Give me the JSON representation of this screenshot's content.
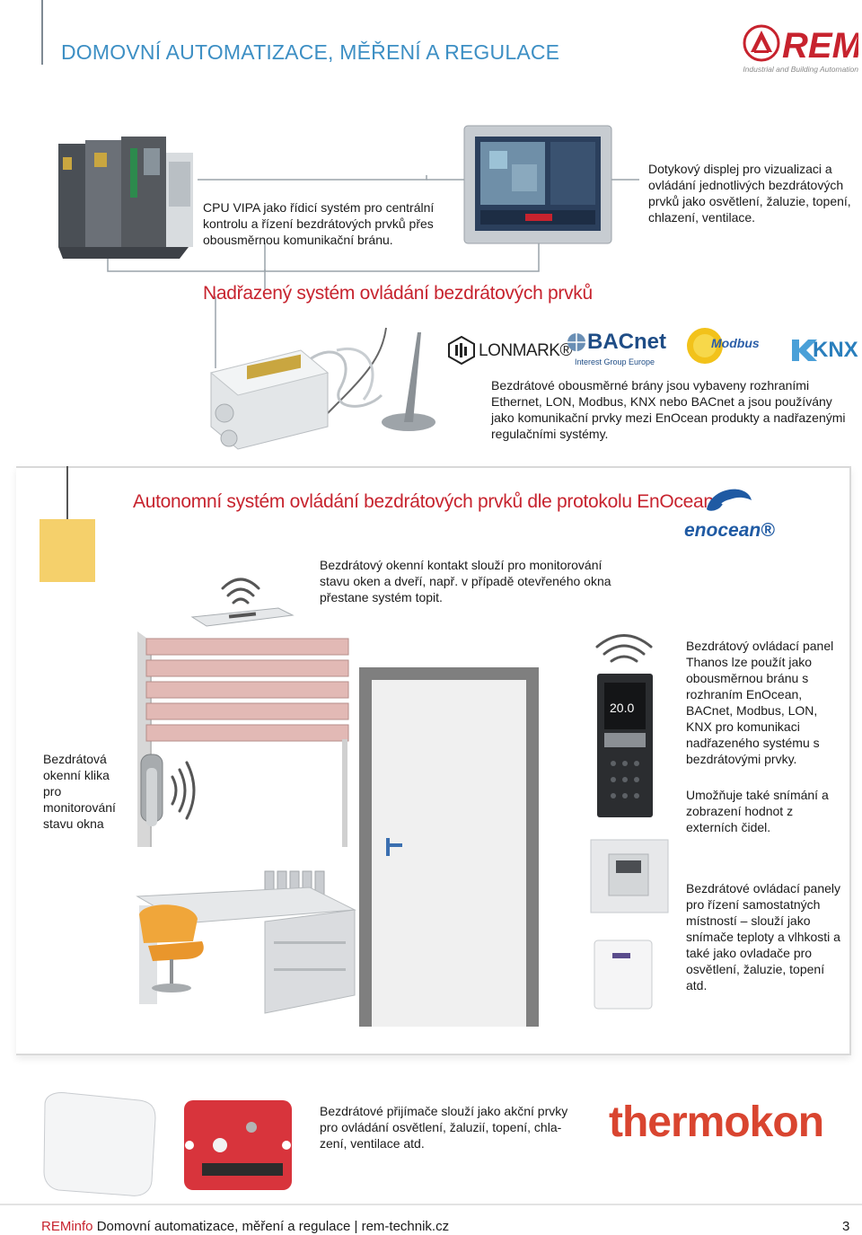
{
  "header": {
    "title": "DOMOVNÍ AUTOMATIZACE, MĚŘENÍ A REGULACE",
    "logo_text": "REM",
    "logo_tagline": "Industrial and Building Automation"
  },
  "top": {
    "cpu_text": "CPU VIPA jako řídicí systém pro centrální kontrolu a řízení bezdrátových prvků přes obousměrnou komunikační bránu.",
    "display_text": "Dotykový displej pro vizualizaci a ovládání jednotlivých bezdrátových prvků jako osvětlení, žaluzie, topení, chlazení, ventilace.",
    "section_title": "Nadřazený systém ovládání bezdrátových prvků"
  },
  "gateways": {
    "logos": [
      "LONMARK®",
      "BACnet",
      "Interest Group Europe",
      "Modbus",
      "KNX"
    ],
    "text": "Bezdrátové obousměrné brány jsou vybaveny rozhraními Ethernet, LON, Modbus, KNX nebo BACnet a jsou používány jako komunikační prvky mezi EnOcean produkty a nadřazenými regulačními systémy."
  },
  "autonomous": {
    "section_title": "Autonomní systém ovládání bezdrátových prvků dle protokolu EnOcean",
    "enocean_logo": "enocean®",
    "contact_text": "Bezdrátový okenní kontakt slouží pro monitorování stavu oken a dveří, např. v případě otevřeného okna přestane systém topit.",
    "handle_text": "Bezdrátová okenní klika pro monitorování stavu okna",
    "panel_text_1": "Bezdrátový ovládací panel Thanos lze použít jako obousměrnou bránu s rozhraním EnOcean, BACnet, Modbus, LON, KNX pro komunikaci nadřazeného systému s bezdrátovými prvky.",
    "panel_text_2": "Umožňuje také snímání a zobrazení hodnot z externích čidel.",
    "panel_display": "20.0",
    "room_text": "Bezdrátové ovládací panely pro řízení samostatných místností – slouží jako snímače teploty a vlhkosti a také jako ovladače pro osvětlení, žaluzie, topení atd."
  },
  "receivers": {
    "text": "Bezdrátové přijímače slouží jako akční prvky pro ovládání osvětlení, žaluzií, topení, chla­zení, ventilace atd.",
    "thermokon_logo": "thermokon"
  },
  "footer": {
    "brand": "REMinfo",
    "text": " Domovní automatizace, měření a regulace | rem-technik.cz",
    "page": "3"
  },
  "colors": {
    "accent_red": "#c7232e",
    "title_blue": "#3d8fc4",
    "enocean_blue": "#1f5aa3"
  }
}
